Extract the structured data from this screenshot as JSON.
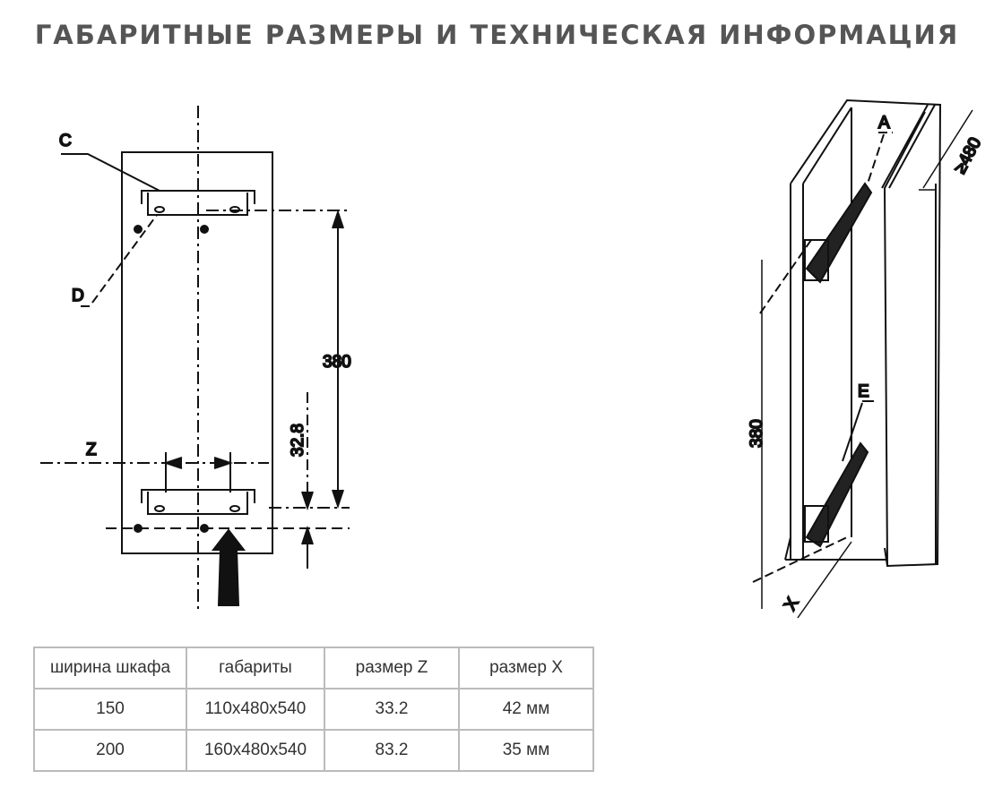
{
  "title": "ГАБАРИТНЫЕ РАЗМЕРЫ И ТЕХНИЧЕСКАЯ ИНФОРМАЦИЯ",
  "front_view": {
    "label_c": "C",
    "label_d": "D",
    "dim_380": "380",
    "dim_32_8": "32.8",
    "label_z": "Z"
  },
  "iso_view": {
    "label_a": "A",
    "dim_480": "≥480",
    "dim_380": "380",
    "label_e": "E",
    "label_x": "X"
  },
  "table": {
    "headers": [
      "ширина шкафа",
      "габариты",
      "размер Z",
      "размер X"
    ],
    "rows": [
      [
        "150",
        "110x480x540",
        "33.2",
        "42 мм"
      ],
      [
        "200",
        "160x480x540",
        "83.2",
        "35 мм"
      ]
    ]
  }
}
